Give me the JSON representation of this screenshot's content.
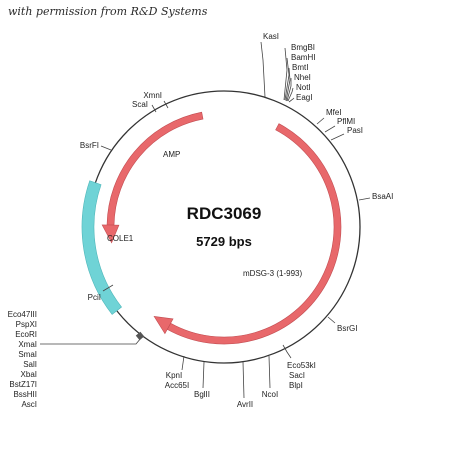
{
  "header": {
    "permission": "with permission from R&D Systems"
  },
  "plasmid": {
    "name": "RDC3069",
    "size": "5729 bps"
  },
  "features": [
    {
      "id": "amp",
      "label": "AMP",
      "type": "arrow",
      "color": "#e8686b"
    },
    {
      "id": "mdsg3",
      "label": "mDSG-3 (1-993)",
      "type": "arrow",
      "color": "#e8686b"
    },
    {
      "id": "cole1",
      "label": "COLE1",
      "type": "block",
      "color": "#6fd3d6"
    }
  ],
  "sites": {
    "top": [
      "KasI",
      "BmgBI",
      "BamHI",
      "BmtI",
      "NheI",
      "NotI",
      "EagI"
    ],
    "xmni": "XmnI",
    "scai": "ScaI",
    "bsrfi": "BsrFI",
    "mfei": "MfeI",
    "pflmi": "PflMI",
    "pasi": "PasI",
    "bsaai": "BsaAI",
    "bsrgi": "BsrGI",
    "eco53ki": [
      "Eco53kI",
      "SacI",
      "BlpI"
    ],
    "ncoi": "NcoI",
    "avrii": "AvrII",
    "bglii": "BglII",
    "kpni": [
      "KpnI",
      "Acc65I"
    ],
    "pcii": "PciI",
    "left_cluster": [
      "Eco47III",
      "PspXI",
      "EcoRI",
      "XmaI",
      "SmaI",
      "SalI",
      "XbaI",
      "BstZ17I",
      "BssHII",
      "AscI"
    ]
  }
}
